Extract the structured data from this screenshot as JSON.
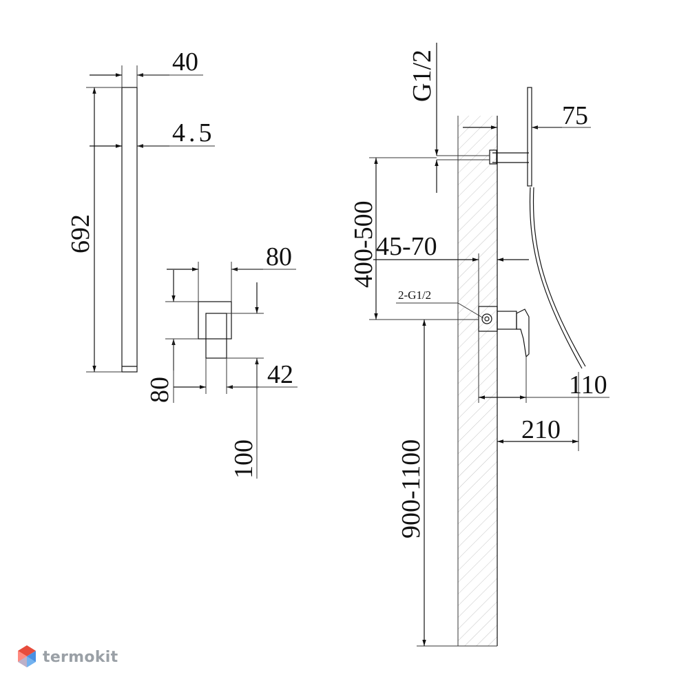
{
  "dimensions": {
    "rain_head_width": "40",
    "rain_head_thickness": "4.5",
    "rain_head_length": "692",
    "mixer_plate_width": "80",
    "mixer_plate_height": "80",
    "mixer_lever_width": "42",
    "mixer_lever_depth": "100",
    "inlet_thread": "G1/2",
    "arm_depth": "75",
    "head_height_range": "400-500",
    "recess_depth": "45-70",
    "mixer_inlets": "2-G1/2",
    "mixer_projection": "110",
    "total_projection": "210",
    "mixer_height_range": "900-1100"
  },
  "watermark": {
    "brand": "termokit",
    "logo_colors": [
      "#e74c3c",
      "#ff8a80",
      "#4a90e2",
      "#90caf9"
    ]
  }
}
